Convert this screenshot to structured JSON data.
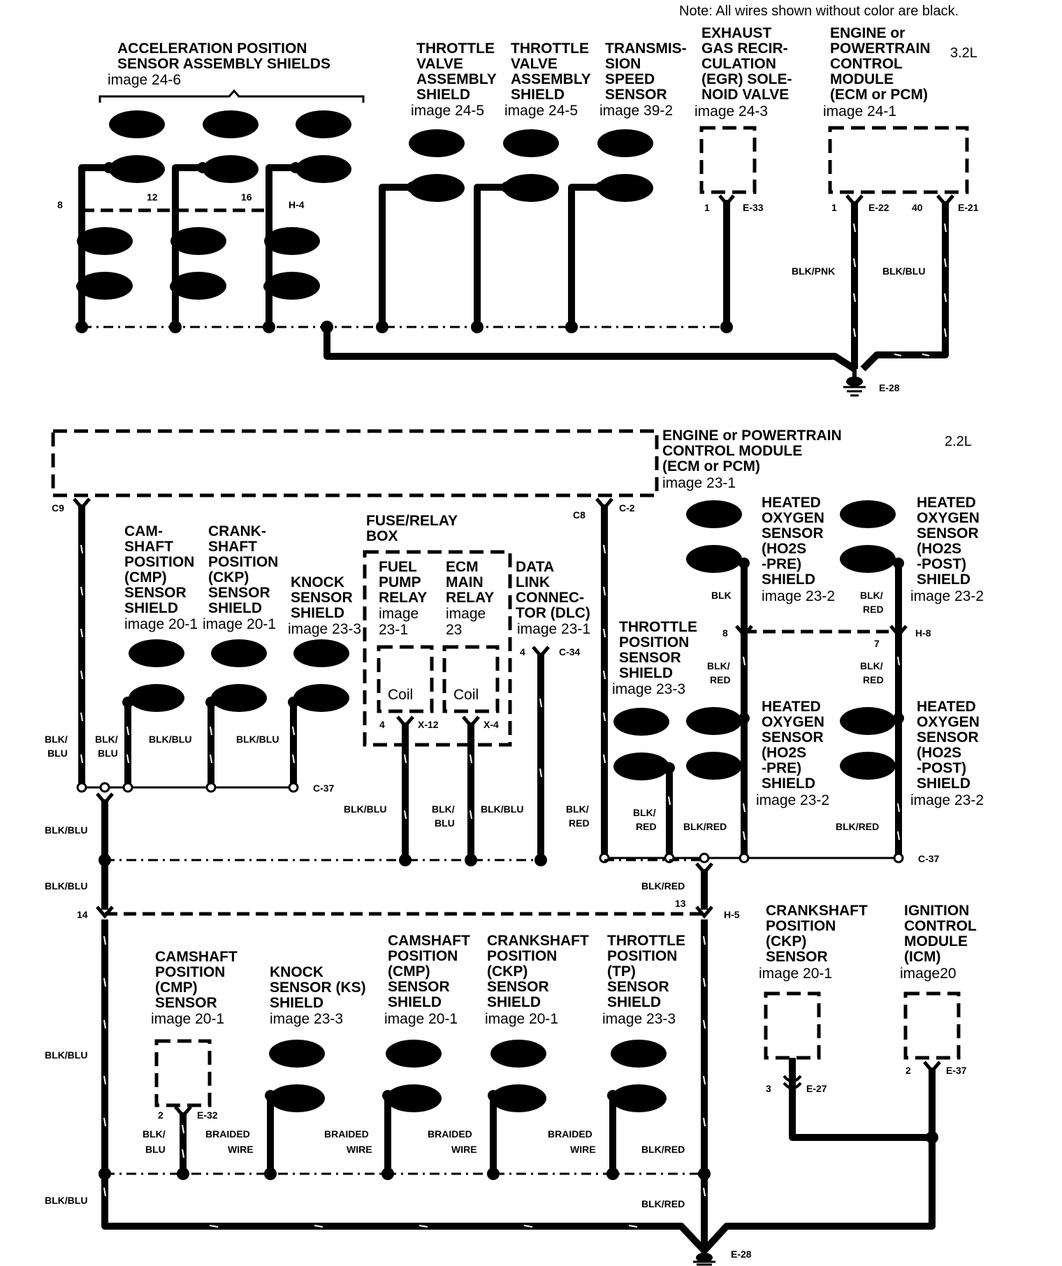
{
  "note": "Note: All wires shown without color are black.",
  "engines": {
    "top": "3.2L",
    "bottom": "2.2L"
  },
  "top": {
    "aps_title": [
      "ACCELERATION POSITION",
      "SENSOR ASSEMBLY SHIELDS"
    ],
    "aps_image": "image 24-6",
    "tv1": [
      "THROTTLE",
      "VALVE",
      "ASSEMBLY",
      "SHIELD"
    ],
    "tv1_image": "image 24-5",
    "tv2": [
      "THROTTLE",
      "VALVE",
      "ASSEMBLY",
      "SHIELD"
    ],
    "tv2_image": "image 24-5",
    "tss": [
      "TRANSMIS-",
      "SION",
      "SPEED",
      "SENSOR"
    ],
    "tss_image": "image 39-2",
    "egr": [
      "EXHAUST",
      "GAS RECIR-",
      "CULATION",
      "(EGR) SOLE-",
      "NOID VALVE"
    ],
    "egr_image": "image 24-3",
    "ecm": [
      "ENGINE or",
      "POWERTRAIN",
      "CONTROL",
      "MODULE",
      "(ECM or PCM)"
    ],
    "ecm_image": "image 24-1",
    "pin8": "8",
    "pin12": "12",
    "pin16": "16",
    "h4": "H-4",
    "egr_pin": "1",
    "egr_conn": "E-33",
    "ecm_pin1": "1",
    "ecm_conn1": "E-22",
    "ecm_pin40": "40",
    "ecm_conn2": "E-21",
    "wire_pnk": "BLK/PNK",
    "wire_blu": "BLK/BLU",
    "ground": "E-28"
  },
  "bottom": {
    "ecm": [
      "ENGINE or POWERTRAIN",
      "CONTROL MODULE",
      "(ECM or PCM)"
    ],
    "ecm_image": "image 23-1",
    "c9": "C9",
    "c8": "C8",
    "c2": "C-2",
    "cmp_sh": [
      "CAM-",
      "SHAFT",
      "POSITION",
      "(CMP)",
      "SENSOR",
      "SHIELD"
    ],
    "cmp_sh_image": "image 20-1",
    "ckp_sh": [
      "CRANK-",
      "SHAFT",
      "POSITION",
      "(CKP)",
      "SENSOR",
      "SHIELD"
    ],
    "ckp_sh_image": "image 20-1",
    "ks_sh": [
      "KNOCK",
      "SENSOR",
      "SHIELD"
    ],
    "ks_sh_image": "image 23-3",
    "fuse_box": [
      "FUSE/RELAY",
      "BOX"
    ],
    "fuel_relay": [
      "FUEL",
      "PUMP",
      "RELAY"
    ],
    "fuel_relay_img": [
      "image",
      "23-1"
    ],
    "ecm_relay": [
      "ECM",
      "MAIN",
      "RELAY"
    ],
    "ecm_relay_img": [
      "image",
      "23"
    ],
    "coil": "Coil",
    "dlc": [
      "DATA",
      "LINK",
      "CONNEC-",
      "TOR (DLC)"
    ],
    "dlc_image": "image 23-1",
    "dlc_pin": "4",
    "dlc_conn": "C-34",
    "x12_pin": "4",
    "x12": "X-12",
    "x4": "X-4",
    "tp_sh": [
      "THROTTLE",
      "POSITION",
      "SENSOR",
      "SHIELD"
    ],
    "tp_sh_image": "image 23-3",
    "ho2_pre": [
      "HEATED",
      "OXYGEN",
      "SENSOR",
      "(HO2S",
      "-PRE)",
      "SHIELD"
    ],
    "ho2_post": [
      "HEATED",
      "OXYGEN",
      "SENSOR",
      "(HO2S",
      "-POST)",
      "SHIELD"
    ],
    "ho2_image": "image 23-2",
    "blk": "BLK",
    "blk_red": "BLK/RED",
    "blk_red_a": "BLK/",
    "blk_red_b": "RED",
    "blk_blu": "BLK/BLU",
    "blk_blu_a": "BLK/",
    "blk_blu_b": "BLU",
    "pin8": "8",
    "pin7": "7",
    "h8": "H-8",
    "c37": "C-37",
    "pin14": "14",
    "pin13": "13",
    "h5": "H-5",
    "cmp_sensor": [
      "CAMSHAFT",
      "POSITION",
      "(CMP)",
      "SENSOR"
    ],
    "cmp_sensor_image": "image 20-1",
    "ks_sensor": [
      "KNOCK",
      "SENSOR (KS)",
      "SHIELD"
    ],
    "ks_sensor_image": "image 23-3",
    "cmp_shield2": [
      "CAMSHAFT",
      "POSITION",
      "(CMP)",
      "SENSOR",
      "SHIELD"
    ],
    "cmp_shield2_image": "image 20-1",
    "ckp_shield2": [
      "CRANKSHAFT",
      "POSITION",
      "(CKP)",
      "SENSOR",
      "SHIELD"
    ],
    "ckp_shield2_image": "image 20-1",
    "tp_shield2": [
      "THROTTLE",
      "POSITION",
      "(TP)",
      "SENSOR",
      "SHIELD"
    ],
    "tp_shield2_image": "image 23-3",
    "braided": [
      "BRAIDED",
      "WIRE"
    ],
    "ckp_sensor": [
      "CRANKSHAFT",
      "POSITION",
      "(CKP)",
      "SENSOR"
    ],
    "ckp_sensor_image": "image 20-1",
    "icm": [
      "IGNITION",
      "CONTROL",
      "MODULE",
      "(ICM)"
    ],
    "icm_image": "image20",
    "e32_pin": "2",
    "e32": "E-32",
    "e27_pin": "3",
    "e27": "E-27",
    "e37_pin": "2",
    "e37": "E-37",
    "ground": "E-28"
  }
}
